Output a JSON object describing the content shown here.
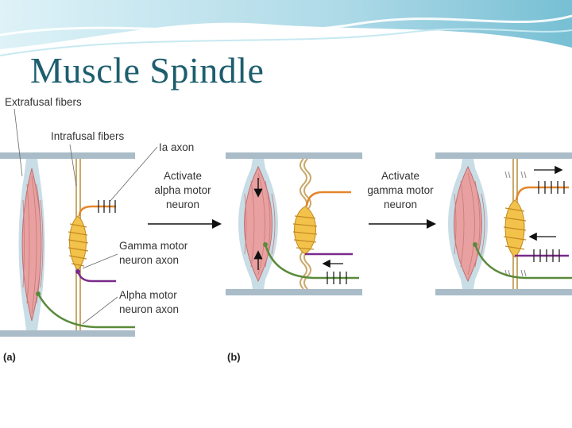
{
  "slide": {
    "title": "Muscle Spindle",
    "colors": {
      "title": "#1d5e6e",
      "extrafusal": "#e8a0a0",
      "intrafusal_coil": "#f3c24a",
      "ia_axon": "#e3862b",
      "gamma_axon": "#7a2a8a",
      "alpha_axon": "#5a8a3a",
      "bar": "#a9bcc8"
    }
  },
  "labels": {
    "extrafusal": "Extrafusal fibers",
    "intrafusal": "Intrafusal fibers",
    "ia_axon": "Ia axon",
    "gamma_line1": "Gamma motor",
    "gamma_line2": "neuron axon",
    "alpha_line1": "Alpha motor",
    "alpha_line2": "neuron axon",
    "panel_a": "(a)",
    "panel_b": "(b)"
  },
  "steps": [
    {
      "line1": "Activate",
      "line2": "alpha motor",
      "line3": "neuron"
    },
    {
      "line1": "Activate",
      "line2": "gamma motor",
      "line3": "neuron"
    }
  ]
}
